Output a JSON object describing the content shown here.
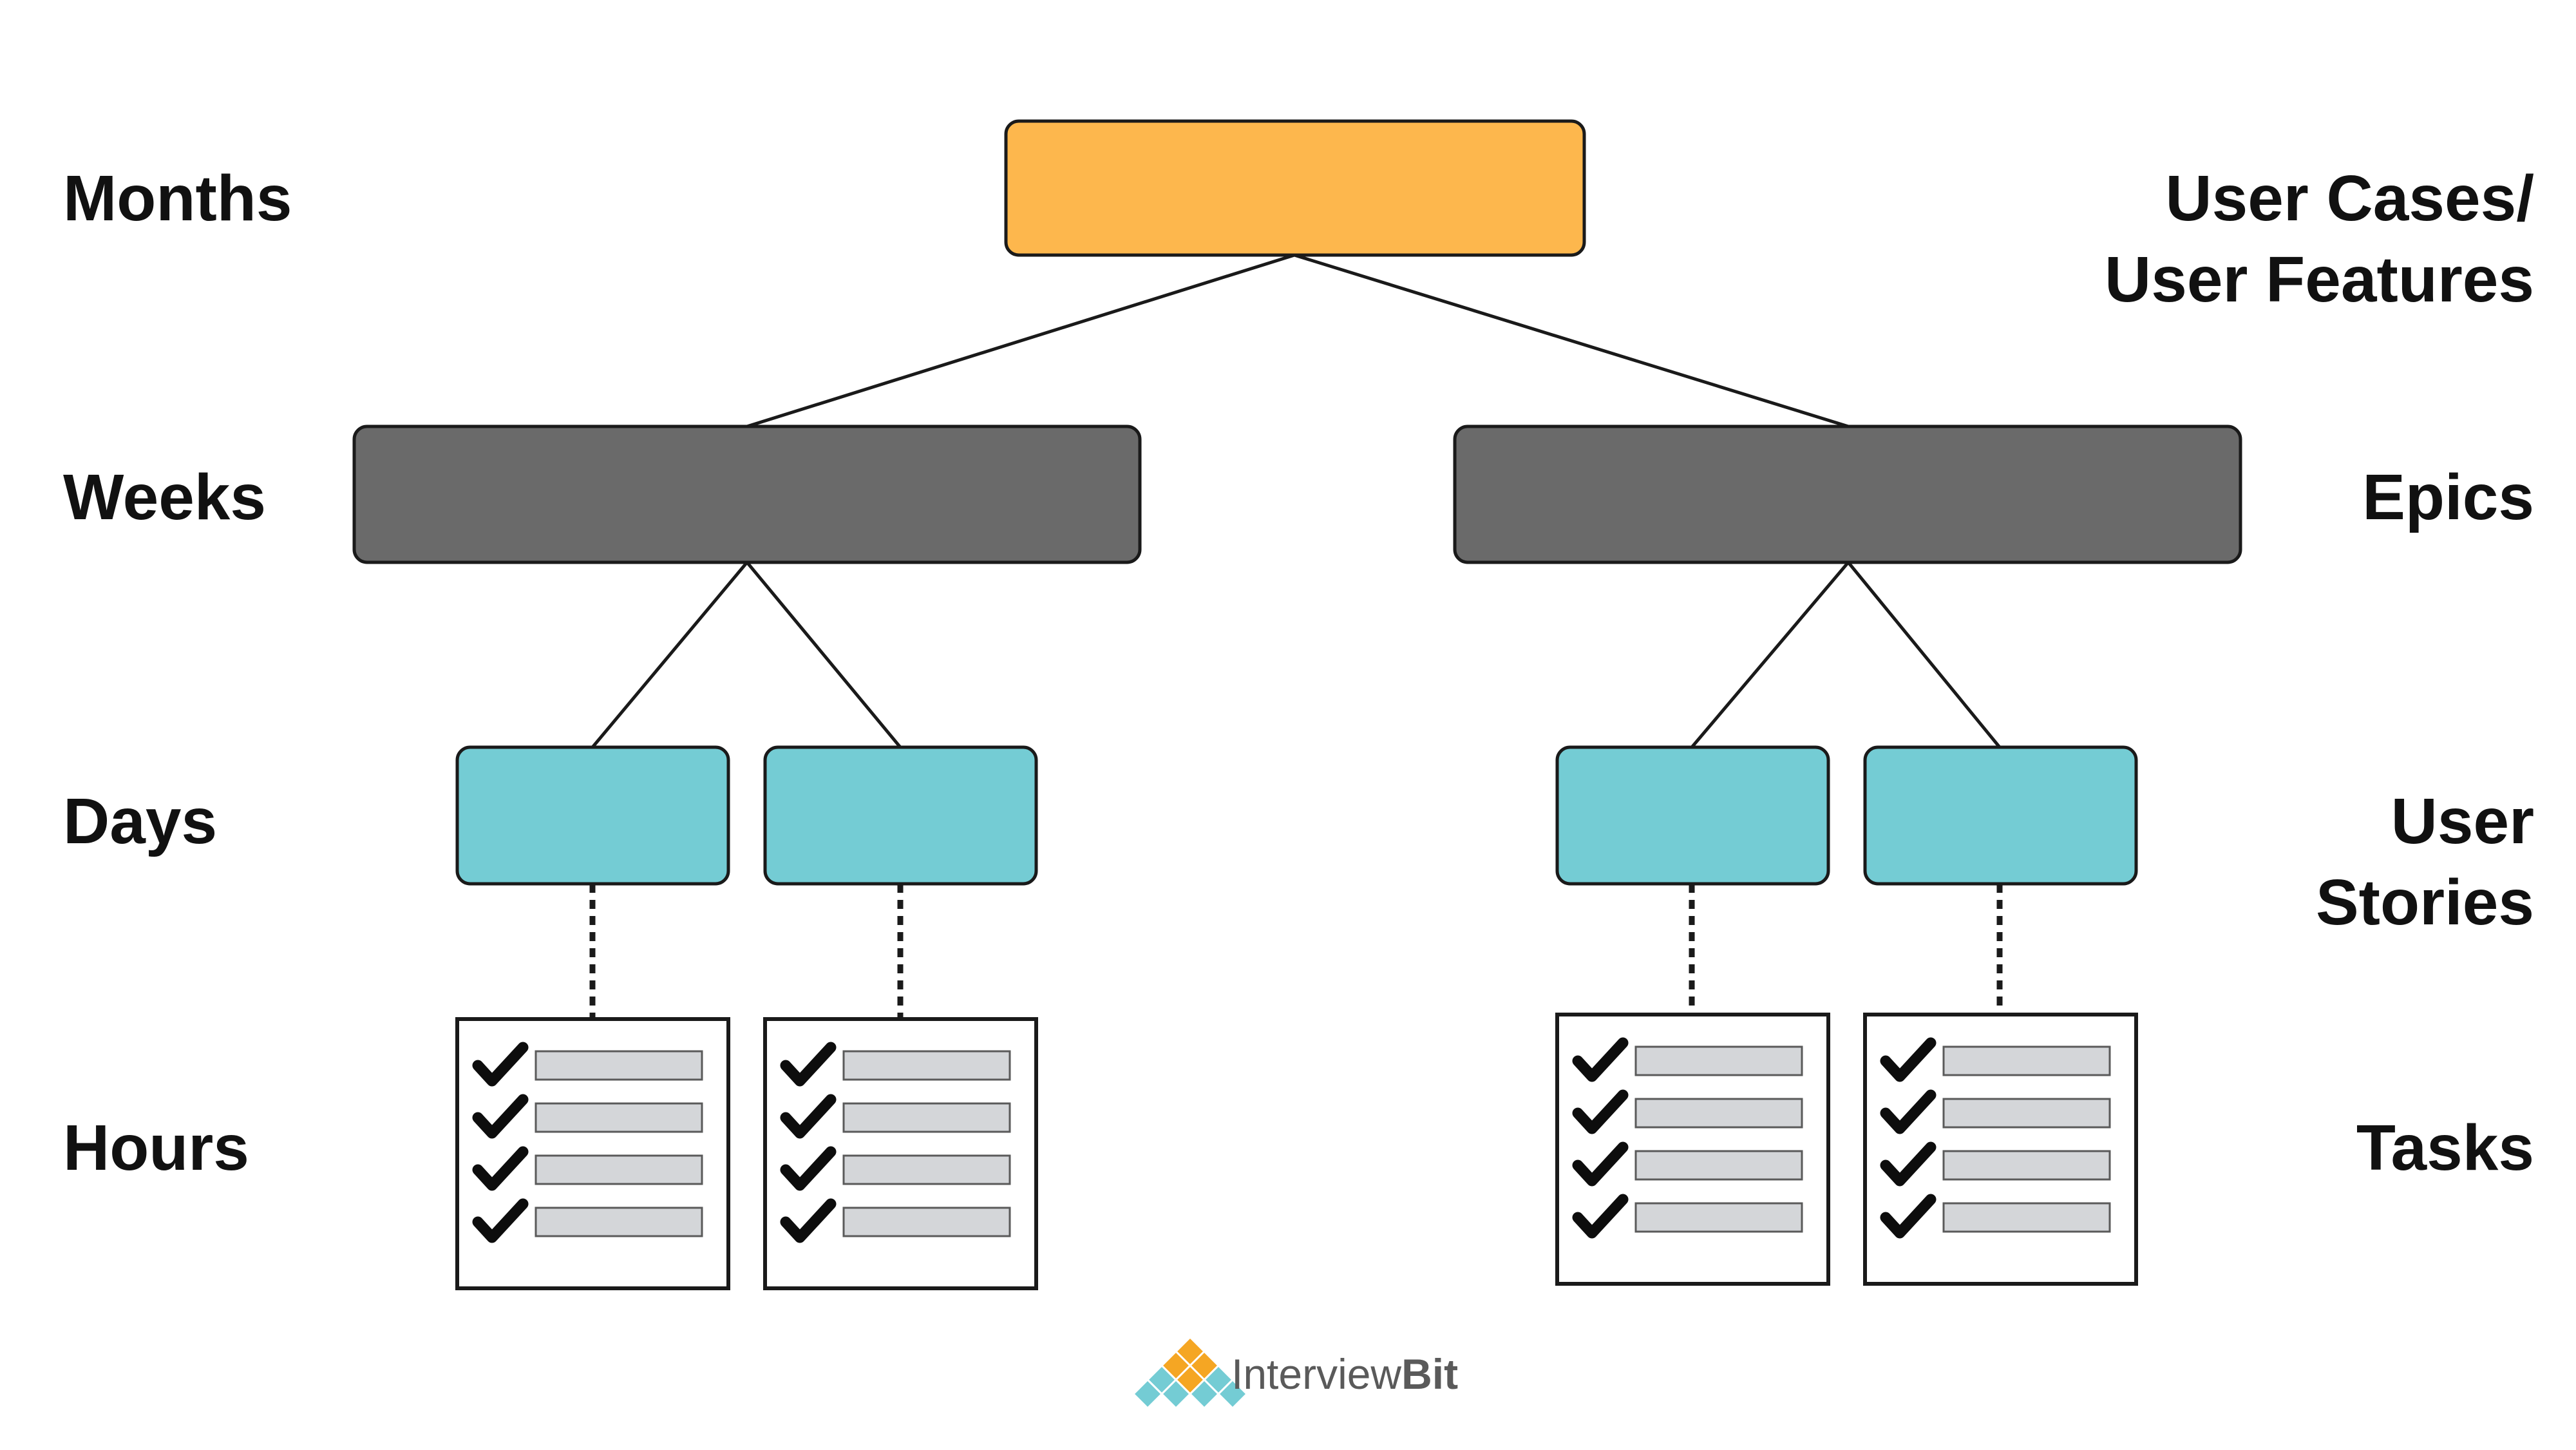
{
  "left_labels": {
    "months": "Months",
    "weeks": "Weeks",
    "days": "Days",
    "hours": "Hours"
  },
  "right_labels": {
    "user_cases_line1": "User Cases/",
    "user_cases_line2": "User Features",
    "epics": "Epics",
    "user_stories_line1": "User",
    "user_stories_line2": "Stories",
    "tasks": "Tasks"
  },
  "brand": {
    "name_part1": "Interview",
    "name_part2": "Bit"
  },
  "colors": {
    "feature": "#fdb74d",
    "epic": "#6a6a6a",
    "story": "#74ccd4",
    "task_bar": "#d4d6d9",
    "stroke": "#1a1a1a"
  },
  "tasks_per_card": 4
}
